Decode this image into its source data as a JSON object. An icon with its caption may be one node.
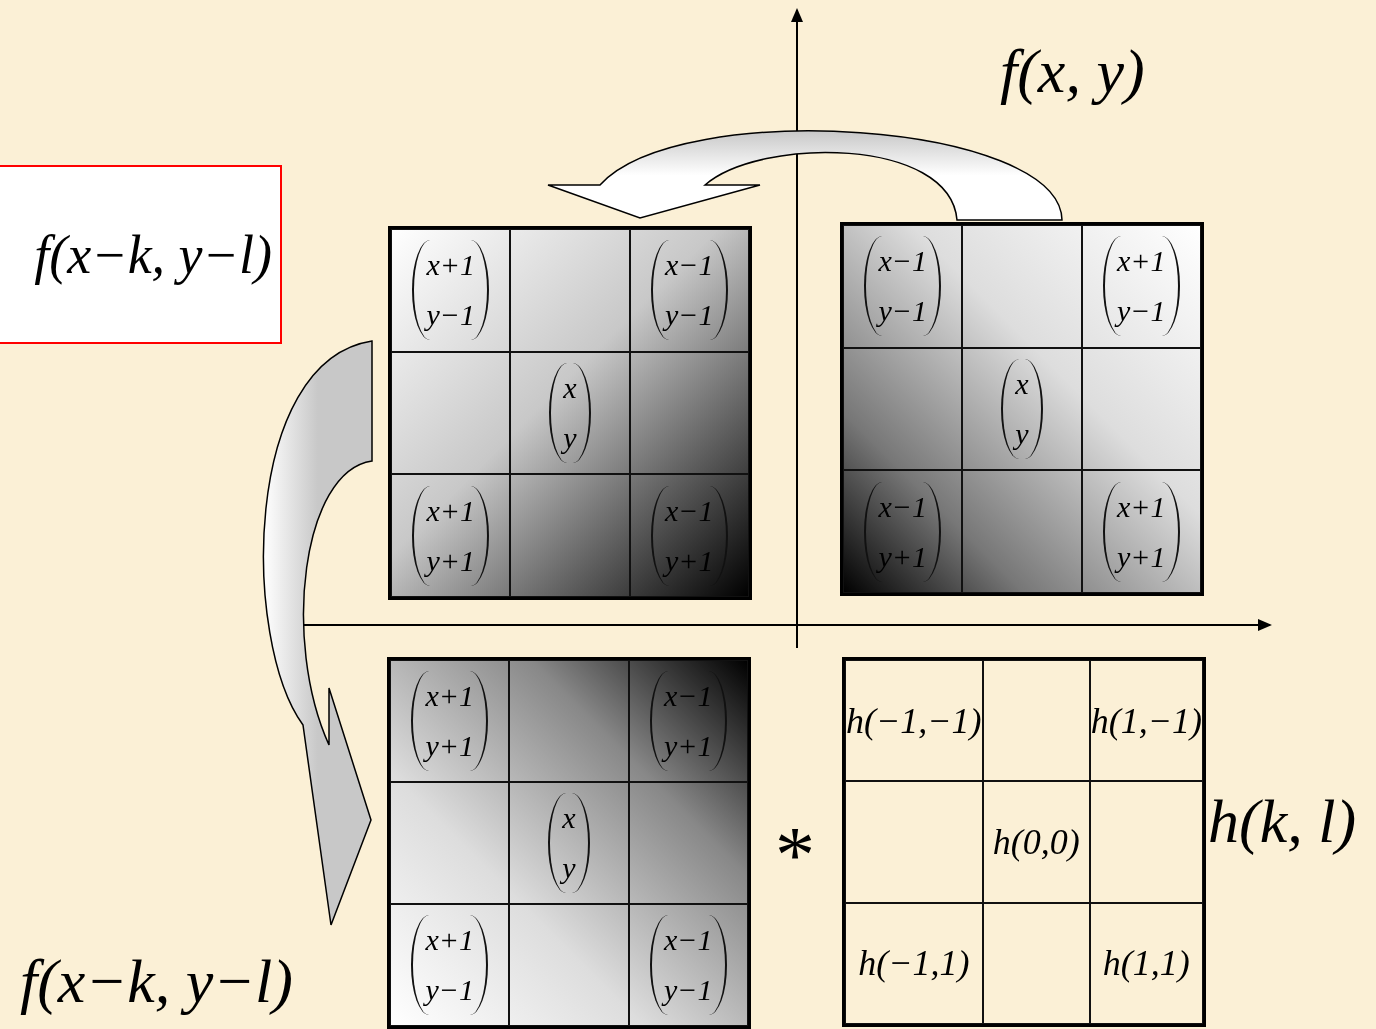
{
  "diagram": {
    "nodes": [
      {
        "text": [
          "f(x−k, y−l)"
        ]
      },
      {
        "text": [],
        "shape": "box"
      },
      {
        "text": [
          "x+1",
          "y−1"
        ],
        "in": 1
      },
      {
        "text": [],
        "shape": "box",
        "in": 1
      },
      {
        "text": [
          "x−1",
          "y−1"
        ],
        "in": 1
      },
      {
        "text": [],
        "shape": "box",
        "in": 1
      },
      {
        "text": [
          "x",
          "y"
        ],
        "in": 1
      },
      {
        "text": [],
        "shape": "box",
        "in": 1
      },
      {
        "text": [
          "x+1",
          "y+1"
        ],
        "in": 1
      },
      {
        "text": [],
        "shape": "box",
        "in": 1
      },
      {
        "text": [
          "x−1",
          "y+1"
        ],
        "in": 1
      },
      {
        "text": [],
        "shape": "box",
        "beside": [
          "f(x, y)"
        ]
      },
      {
        "text": [
          "x−1",
          "y−1"
        ],
        "in": 11
      },
      {
        "text": [],
        "shape": "box",
        "in": 11
      },
      {
        "text": [
          "x+1",
          "y−1"
        ],
        "in": 11
      },
      {
        "text": [],
        "shape": "box",
        "in": 11
      },
      {
        "text": [
          "x",
          "y"
        ],
        "in": 11
      },
      {
        "text": [],
        "shape": "box",
        "in": 11
      },
      {
        "text": [
          "x−1",
          "y+1"
        ],
        "in": 11
      },
      {
        "text": [],
        "shape": "box",
        "in": 11
      },
      {
        "text": [
          "x+1",
          "y+1"
        ],
        "in": 11
      },
      {
        "text": [],
        "shape": "box",
        "beside": [
          "f(x−k, y−l)"
        ]
      },
      {
        "text": [
          "x+1",
          "y+1"
        ],
        "in": 21
      },
      {
        "text": [],
        "shape": "box",
        "in": 21
      },
      {
        "text": [
          "x−1",
          "y+1"
        ],
        "in": 21
      },
      {
        "text": [],
        "shape": "box",
        "in": 21
      },
      {
        "text": [
          "x",
          "y"
        ],
        "in": 21
      },
      {
        "text": [],
        "shape": "box",
        "in": 21
      },
      {
        "text": [
          "x+1",
          "y−1"
        ],
        "in": 21
      },
      {
        "text": [],
        "shape": "box",
        "in": 21
      },
      {
        "text": [
          "x−1",
          "y−1"
        ],
        "in": 21
      },
      {
        "text": [],
        "shape": "box",
        "beside": [
          "h(k, l)"
        ]
      },
      {
        "text": [
          "h(−1,−1)"
        ],
        "in": 31
      },
      {
        "text": [],
        "shape": "box",
        "in": 31
      },
      {
        "text": [
          "h(1,−1)"
        ],
        "in": 31
      },
      {
        "text": [],
        "shape": "box",
        "in": 31
      },
      {
        "text": [
          "h(0,0)"
        ],
        "in": 31
      },
      {
        "text": [],
        "shape": "box",
        "in": 31
      },
      {
        "text": [
          "h(−1,1)"
        ],
        "in": 31
      },
      {
        "text": [],
        "shape": "box",
        "in": 31
      },
      {
        "text": [
          "h(1,1)"
        ],
        "in": 31
      }
    ],
    "edges": [
      {
        "from": 11,
        "to": 1,
        "arrow": "to"
      },
      {
        "from": 1,
        "to": 21,
        "arrow": "to"
      }
    ],
    "labels": [
      "*"
    ]
  }
}
